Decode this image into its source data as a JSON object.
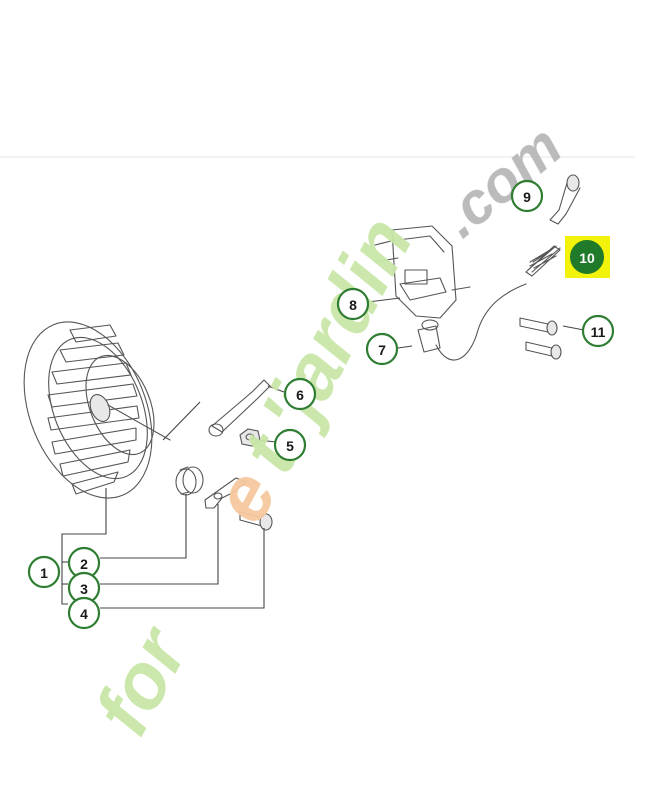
{
  "watermark": {
    "text_a": "for",
    "text_e": "e",
    "text_b": "t",
    "text_c": "'jardin",
    "text_d": ".com",
    "color_main": "#c9e6a8",
    "color_accent": "#f6c9a0",
    "color_dark": "#b8b8b8"
  },
  "callouts": [
    {
      "id": "1",
      "label": "1"
    },
    {
      "id": "2",
      "label": "2"
    },
    {
      "id": "3",
      "label": "3"
    },
    {
      "id": "4",
      "label": "4"
    },
    {
      "id": "5",
      "label": "5"
    },
    {
      "id": "6",
      "label": "6"
    },
    {
      "id": "7",
      "label": "7"
    },
    {
      "id": "8",
      "label": "8"
    },
    {
      "id": "9",
      "label": "9"
    },
    {
      "id": "10",
      "label": "10",
      "highlighted": true
    },
    {
      "id": "11",
      "label": "11"
    }
  ],
  "colors": {
    "callout_ring": "#2e7d32",
    "highlight_box": "#f3f20a",
    "highlight_circle": "#1f7a2a"
  }
}
